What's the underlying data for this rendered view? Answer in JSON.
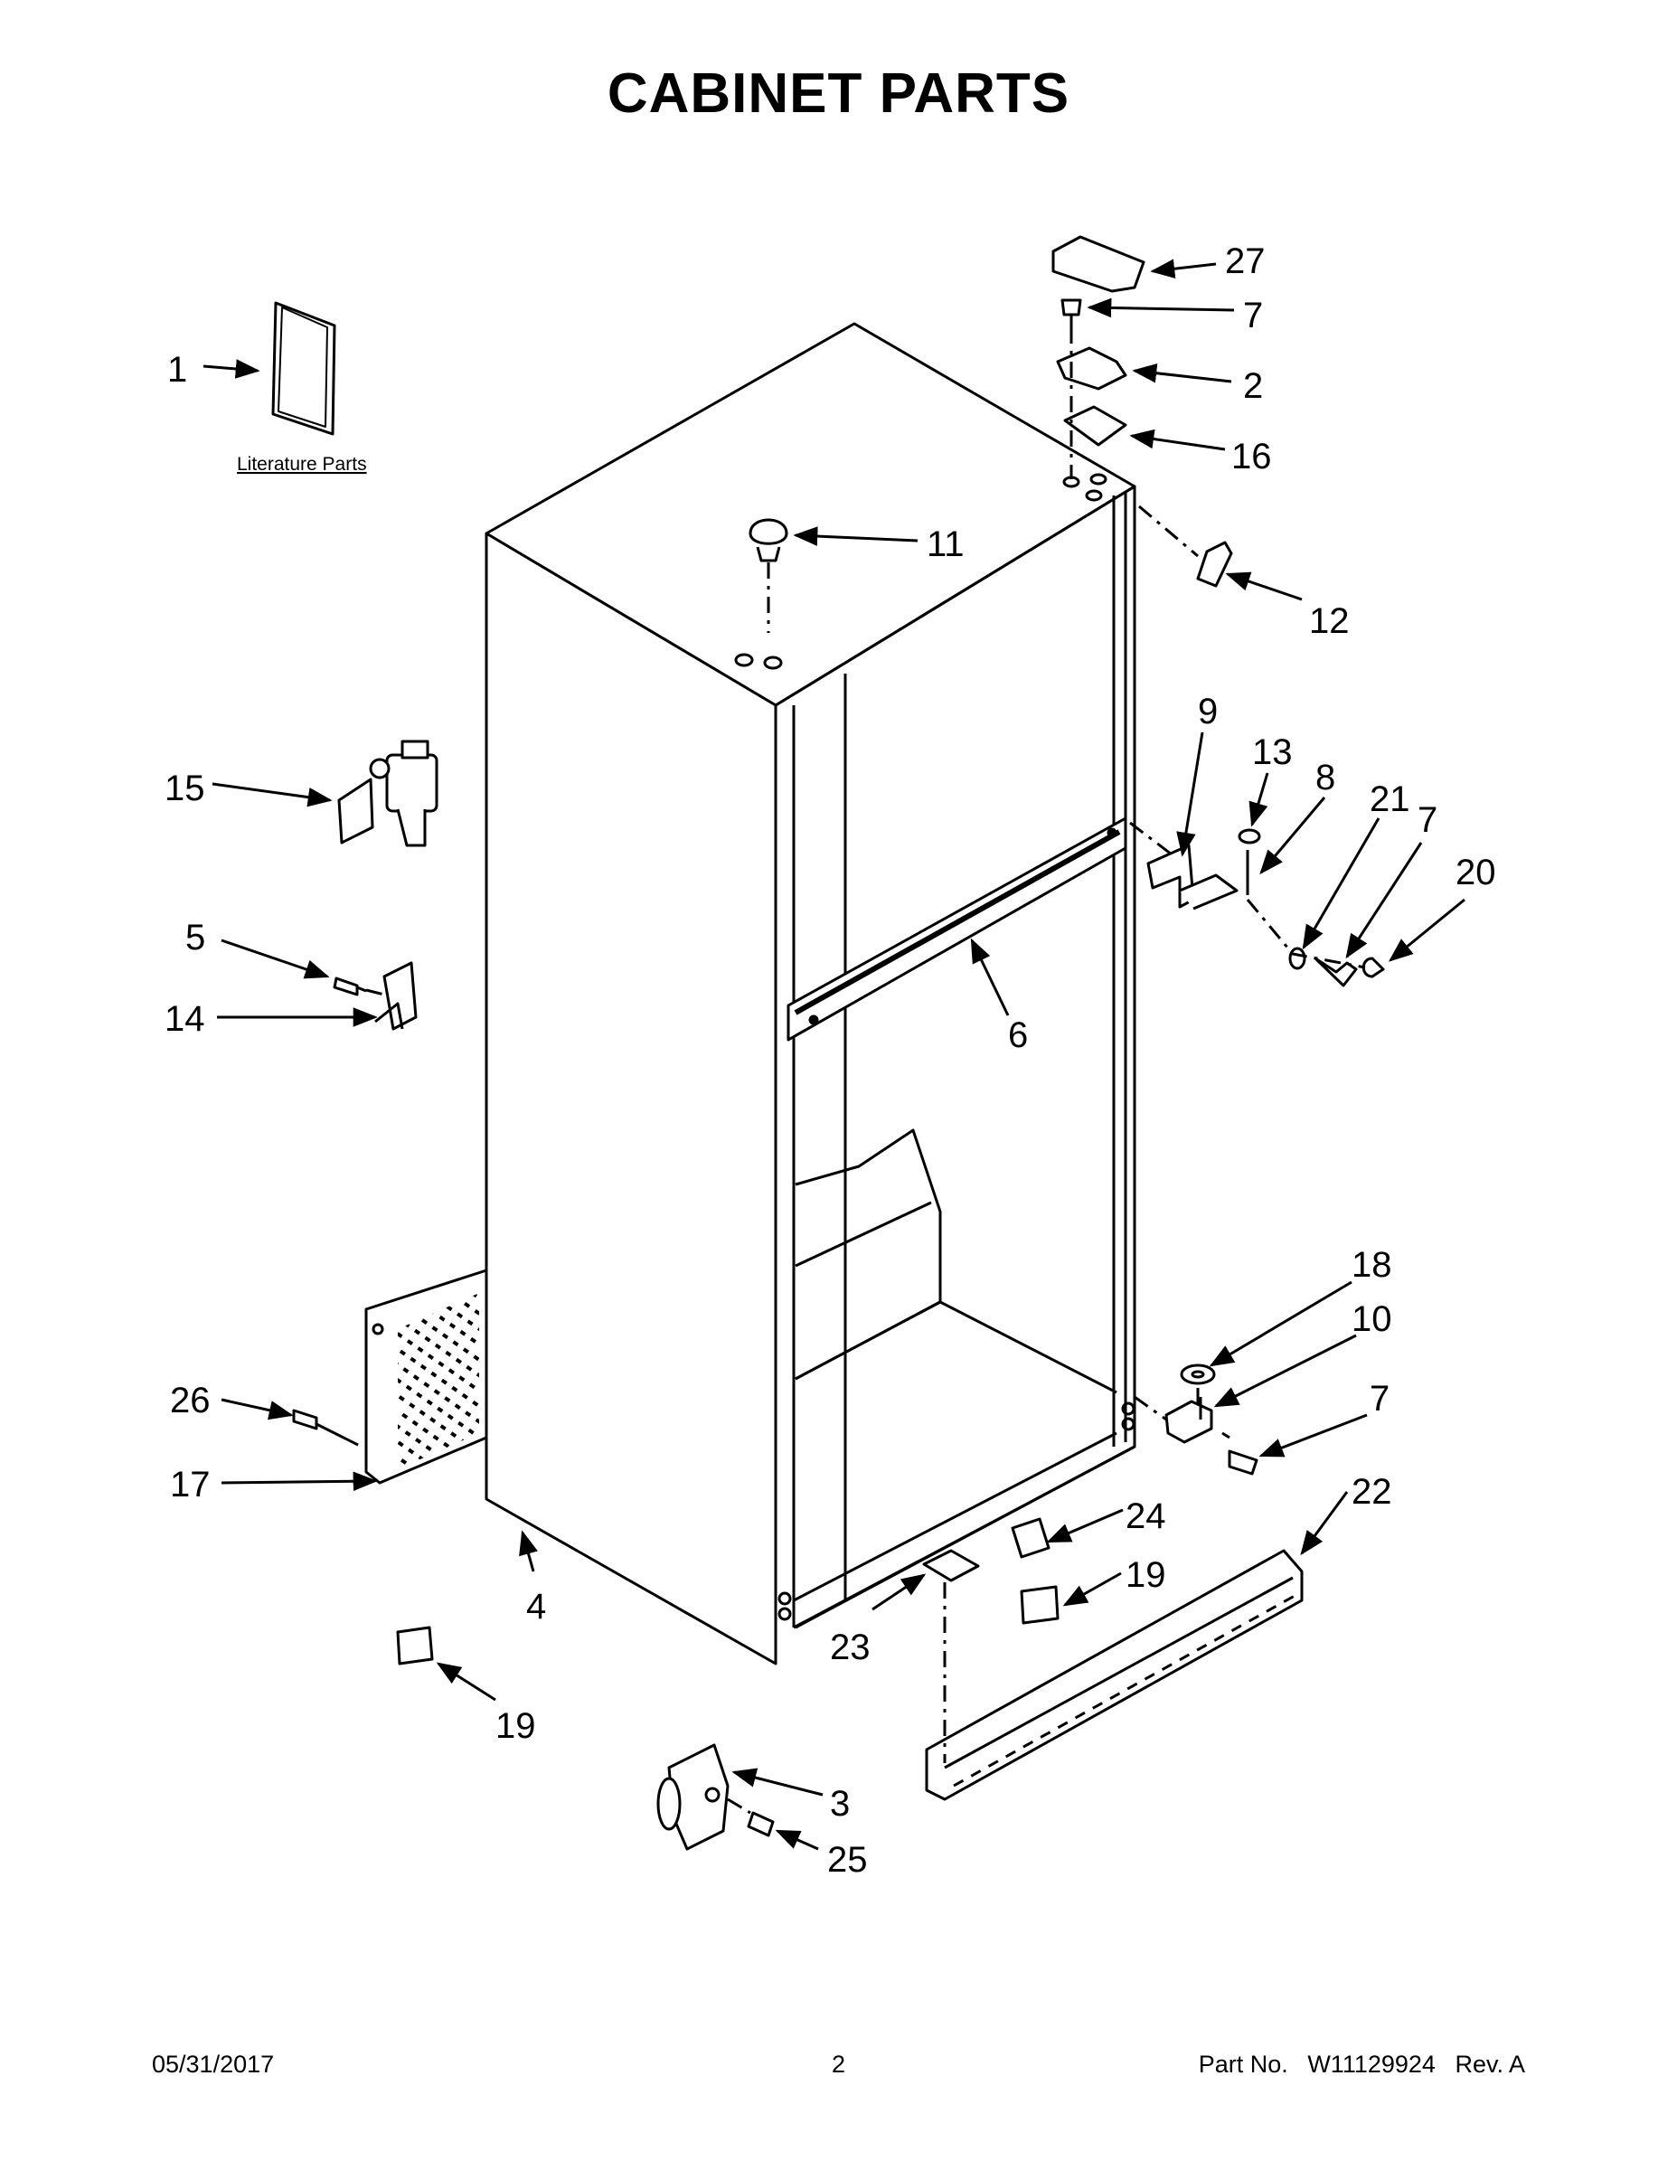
{
  "title": "CABINET PARTS",
  "literature_label": "Literature Parts",
  "callouts": {
    "c1": "1",
    "c2": "2",
    "c3": "3",
    "c4": "4",
    "c5": "5",
    "c6": "6",
    "c7a": "7",
    "c7b": "7",
    "c7c": "7",
    "c8": "8",
    "c9": "9",
    "c10": "10",
    "c11": "11",
    "c12": "12",
    "c13": "13",
    "c14": "14",
    "c15": "15",
    "c16": "16",
    "c17": "17",
    "c18": "18",
    "c19a": "19",
    "c19b": "19",
    "c20": "20",
    "c21": "21",
    "c22": "22",
    "c23": "23",
    "c24": "24",
    "c25": "25",
    "c26": "26",
    "c27": "27"
  },
  "footer": {
    "date": "05/31/2017",
    "page": "2",
    "part_label": "Part No.",
    "part_number": "W11129924",
    "rev": "Rev. A"
  }
}
